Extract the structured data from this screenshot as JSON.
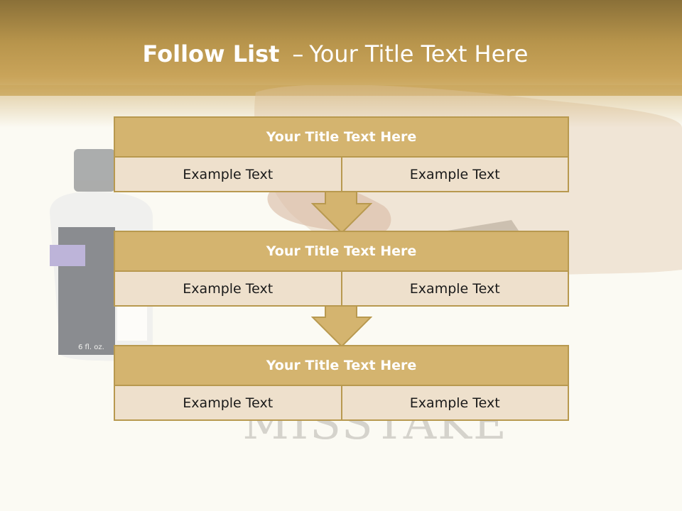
{
  "slide": {
    "title_bold": "Follow List",
    "title_dash": "–",
    "title_rest": "Your Title Text Here"
  },
  "background": {
    "watermark_text": "MISSTAKE",
    "bottle_label": "6 fl. oz."
  },
  "blocks": [
    {
      "title": "Your Title Text Here",
      "left_text": "Example Text",
      "right_text": "Example Text"
    },
    {
      "title": "Your Title Text Here",
      "left_text": "Example Text",
      "right_text": "Example Text"
    },
    {
      "title": "Your Title Text Here",
      "left_text": "Example Text",
      "right_text": "Example Text"
    }
  ],
  "colors": {
    "header": "#b8954c",
    "title_cell": "#d4b46f",
    "text_cell": "#eee0cc",
    "border": "#b8994f",
    "arrow": "#d4b46f"
  }
}
